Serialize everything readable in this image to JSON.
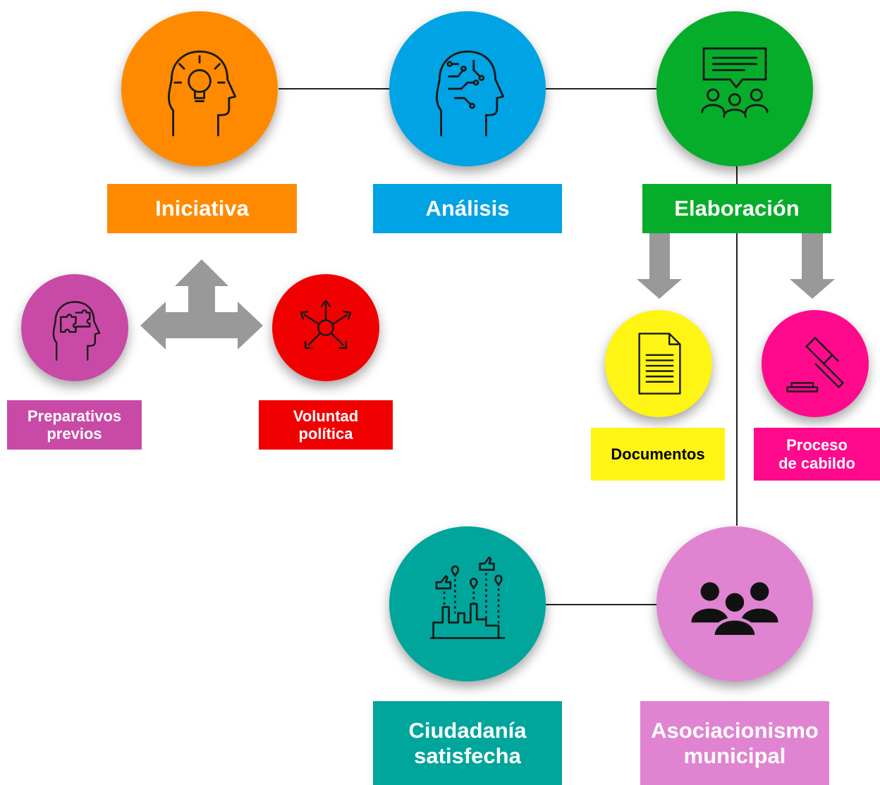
{
  "colors": {
    "iniciativa": "#FF8A00",
    "analisis": "#00A3E4",
    "elaboracion": "#06AD2A",
    "preparativos": "#C94AA6",
    "voluntad": "#F00000",
    "documentos": "#FFF514",
    "cabildo": "#FF0A8C",
    "ciudadania": "#00A59B",
    "asociacionismo": "#E084D2",
    "arrow": "#999999",
    "line": "#222222"
  },
  "nodes": [
    {
      "id": "iniciativa",
      "label": "Iniciativa",
      "icon": "lightbulb-head-icon"
    },
    {
      "id": "analisis",
      "label": "Análisis",
      "icon": "circuit-head-icon"
    },
    {
      "id": "elaboracion",
      "label": "Elaboración",
      "icon": "meeting-speech-icon"
    },
    {
      "id": "preparativos",
      "label": "Preparativos\nprevios",
      "icon": "puzzle-head-icon"
    },
    {
      "id": "voluntad",
      "label": "Voluntad\npolítica",
      "icon": "joined-hands-icon"
    },
    {
      "id": "documentos",
      "label": "Documentos",
      "icon": "document-icon"
    },
    {
      "id": "cabildo",
      "label": "Proceso\nde cabildo",
      "icon": "gavel-icon"
    },
    {
      "id": "ciudadania",
      "label": "Ciudadanía\nsatisfecha",
      "icon": "city-likes-icon"
    },
    {
      "id": "asociacionismo",
      "label": "Asociacionismo\nmunicipal",
      "icon": "group-people-icon"
    }
  ]
}
